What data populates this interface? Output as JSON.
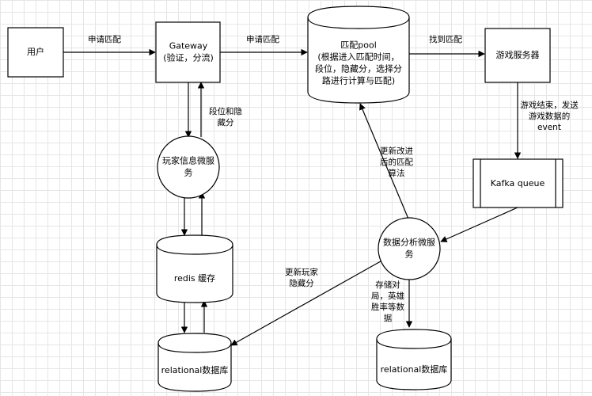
{
  "nodes": {
    "user": {
      "lines": [
        "用户"
      ]
    },
    "gateway": {
      "lines": [
        "Gateway",
        "(验证，分流)"
      ]
    },
    "match_pool": {
      "lines": [
        "匹配pool",
        "(根据进入匹配时间，",
        "段位，隐藏分，选择分",
        "路进行计算与匹配)"
      ]
    },
    "game_server": {
      "lines": [
        "游戏服务器"
      ]
    },
    "player_service": {
      "lines": [
        "玩家信息微服",
        "务"
      ]
    },
    "kafka": {
      "lines": [
        "Kafka queue"
      ]
    },
    "analysis_service": {
      "lines": [
        "数据分析微服",
        "务"
      ]
    },
    "redis": {
      "lines": [
        "redis 缓存"
      ]
    },
    "db_left": {
      "lines": [
        "relational数据库"
      ]
    },
    "db_right": {
      "lines": [
        "relational数据库"
      ]
    }
  },
  "edge_labels": {
    "user_gateway": {
      "lines": [
        "申请匹配"
      ]
    },
    "gateway_pool": {
      "lines": [
        "申请匹配"
      ]
    },
    "pool_server": {
      "lines": [
        "找到匹配"
      ]
    },
    "player_gateway": {
      "lines": [
        "段位和隐",
        "藏分"
      ]
    },
    "server_kafka": {
      "lines": [
        "游戏结束，发送",
        "游戏数据的",
        "event"
      ]
    },
    "analysis_pool": {
      "lines": [
        "更新改进",
        "后的匹配",
        "算法"
      ]
    },
    "analysis_dbleft": {
      "lines": [
        "更新玩家",
        "隐藏分"
      ]
    },
    "analysis_dbright": {
      "lines": [
        "存储对",
        "局，英雄",
        "胜率等数",
        "据"
      ]
    }
  },
  "colors": {
    "stroke": "#000000",
    "fill": "#ffffff",
    "grid": "#e6e6e6"
  }
}
